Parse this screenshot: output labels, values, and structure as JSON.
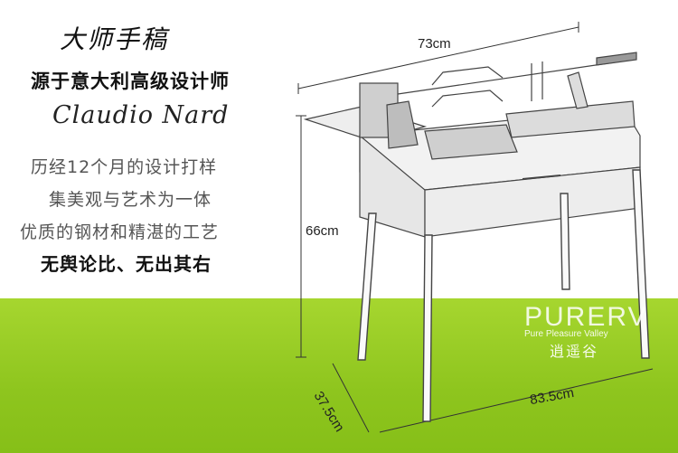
{
  "text": {
    "title_script": "大师手稿",
    "origin": "源于意大利高级设计师",
    "signature": "Claudio Nard",
    "line1": "历经12个月的设计打样",
    "line2": "集美观与艺术为一体",
    "line3": "优质的钢材和精湛的工艺",
    "emphasis": "无舆论比、无出其右"
  },
  "dimensions": {
    "width": "73cm",
    "height": "66cm",
    "depth": "37.5cm",
    "length": "83.5cm"
  },
  "brand": {
    "logo": "PURERV",
    "tagline": "Pure Pleasure Valley",
    "chinese": "逍遥谷"
  },
  "colors": {
    "green": "#8ec51e",
    "text": "#333333"
  }
}
